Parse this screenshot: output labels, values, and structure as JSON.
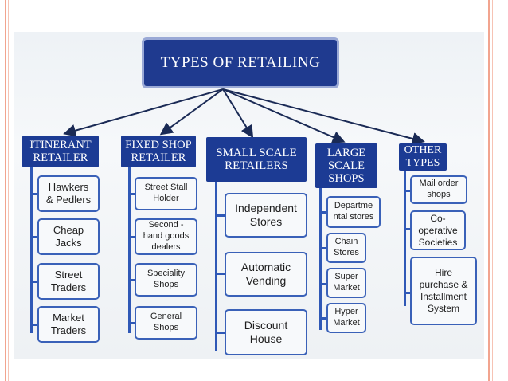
{
  "title": "TYPES OF RETAILING",
  "categories": [
    {
      "heading": "ITINERANT\nRETAILER",
      "items": [
        "Hawkers\n& Pedlers",
        "Cheap\nJacks",
        "Street\nTraders",
        "Market\nTraders"
      ]
    },
    {
      "heading": "FIXED SHOP\nRETAILER",
      "items": [
        "Street Stall\nHolder",
        "Second -\nhand goods\ndealers",
        "Speciality\nShops",
        "General\nShops"
      ]
    },
    {
      "heading": "SMALL SCALE\nRETAILERS",
      "items": [
        "Independent\nStores",
        "Automatic\nVending",
        "Discount\nHouse"
      ]
    },
    {
      "heading": "LARGE\nSCALE\nSHOPS",
      "items": [
        "Departme\nntal stores",
        "Chain\nStores",
        "Super\nMarket",
        "Hyper\nMarket"
      ]
    },
    {
      "heading": "OTHER\nTYPES",
      "items": [
        "Mail order\nshops",
        "Co-\noperative\nSocieties",
        "Hire\npurchase &\nInstallment\nSystem"
      ]
    }
  ],
  "colors": {
    "heading_bg": "#1c3b94",
    "title_bg": "#1f3a8f",
    "connector": "#2f58b6",
    "slide_accent": "#f2a48f"
  }
}
